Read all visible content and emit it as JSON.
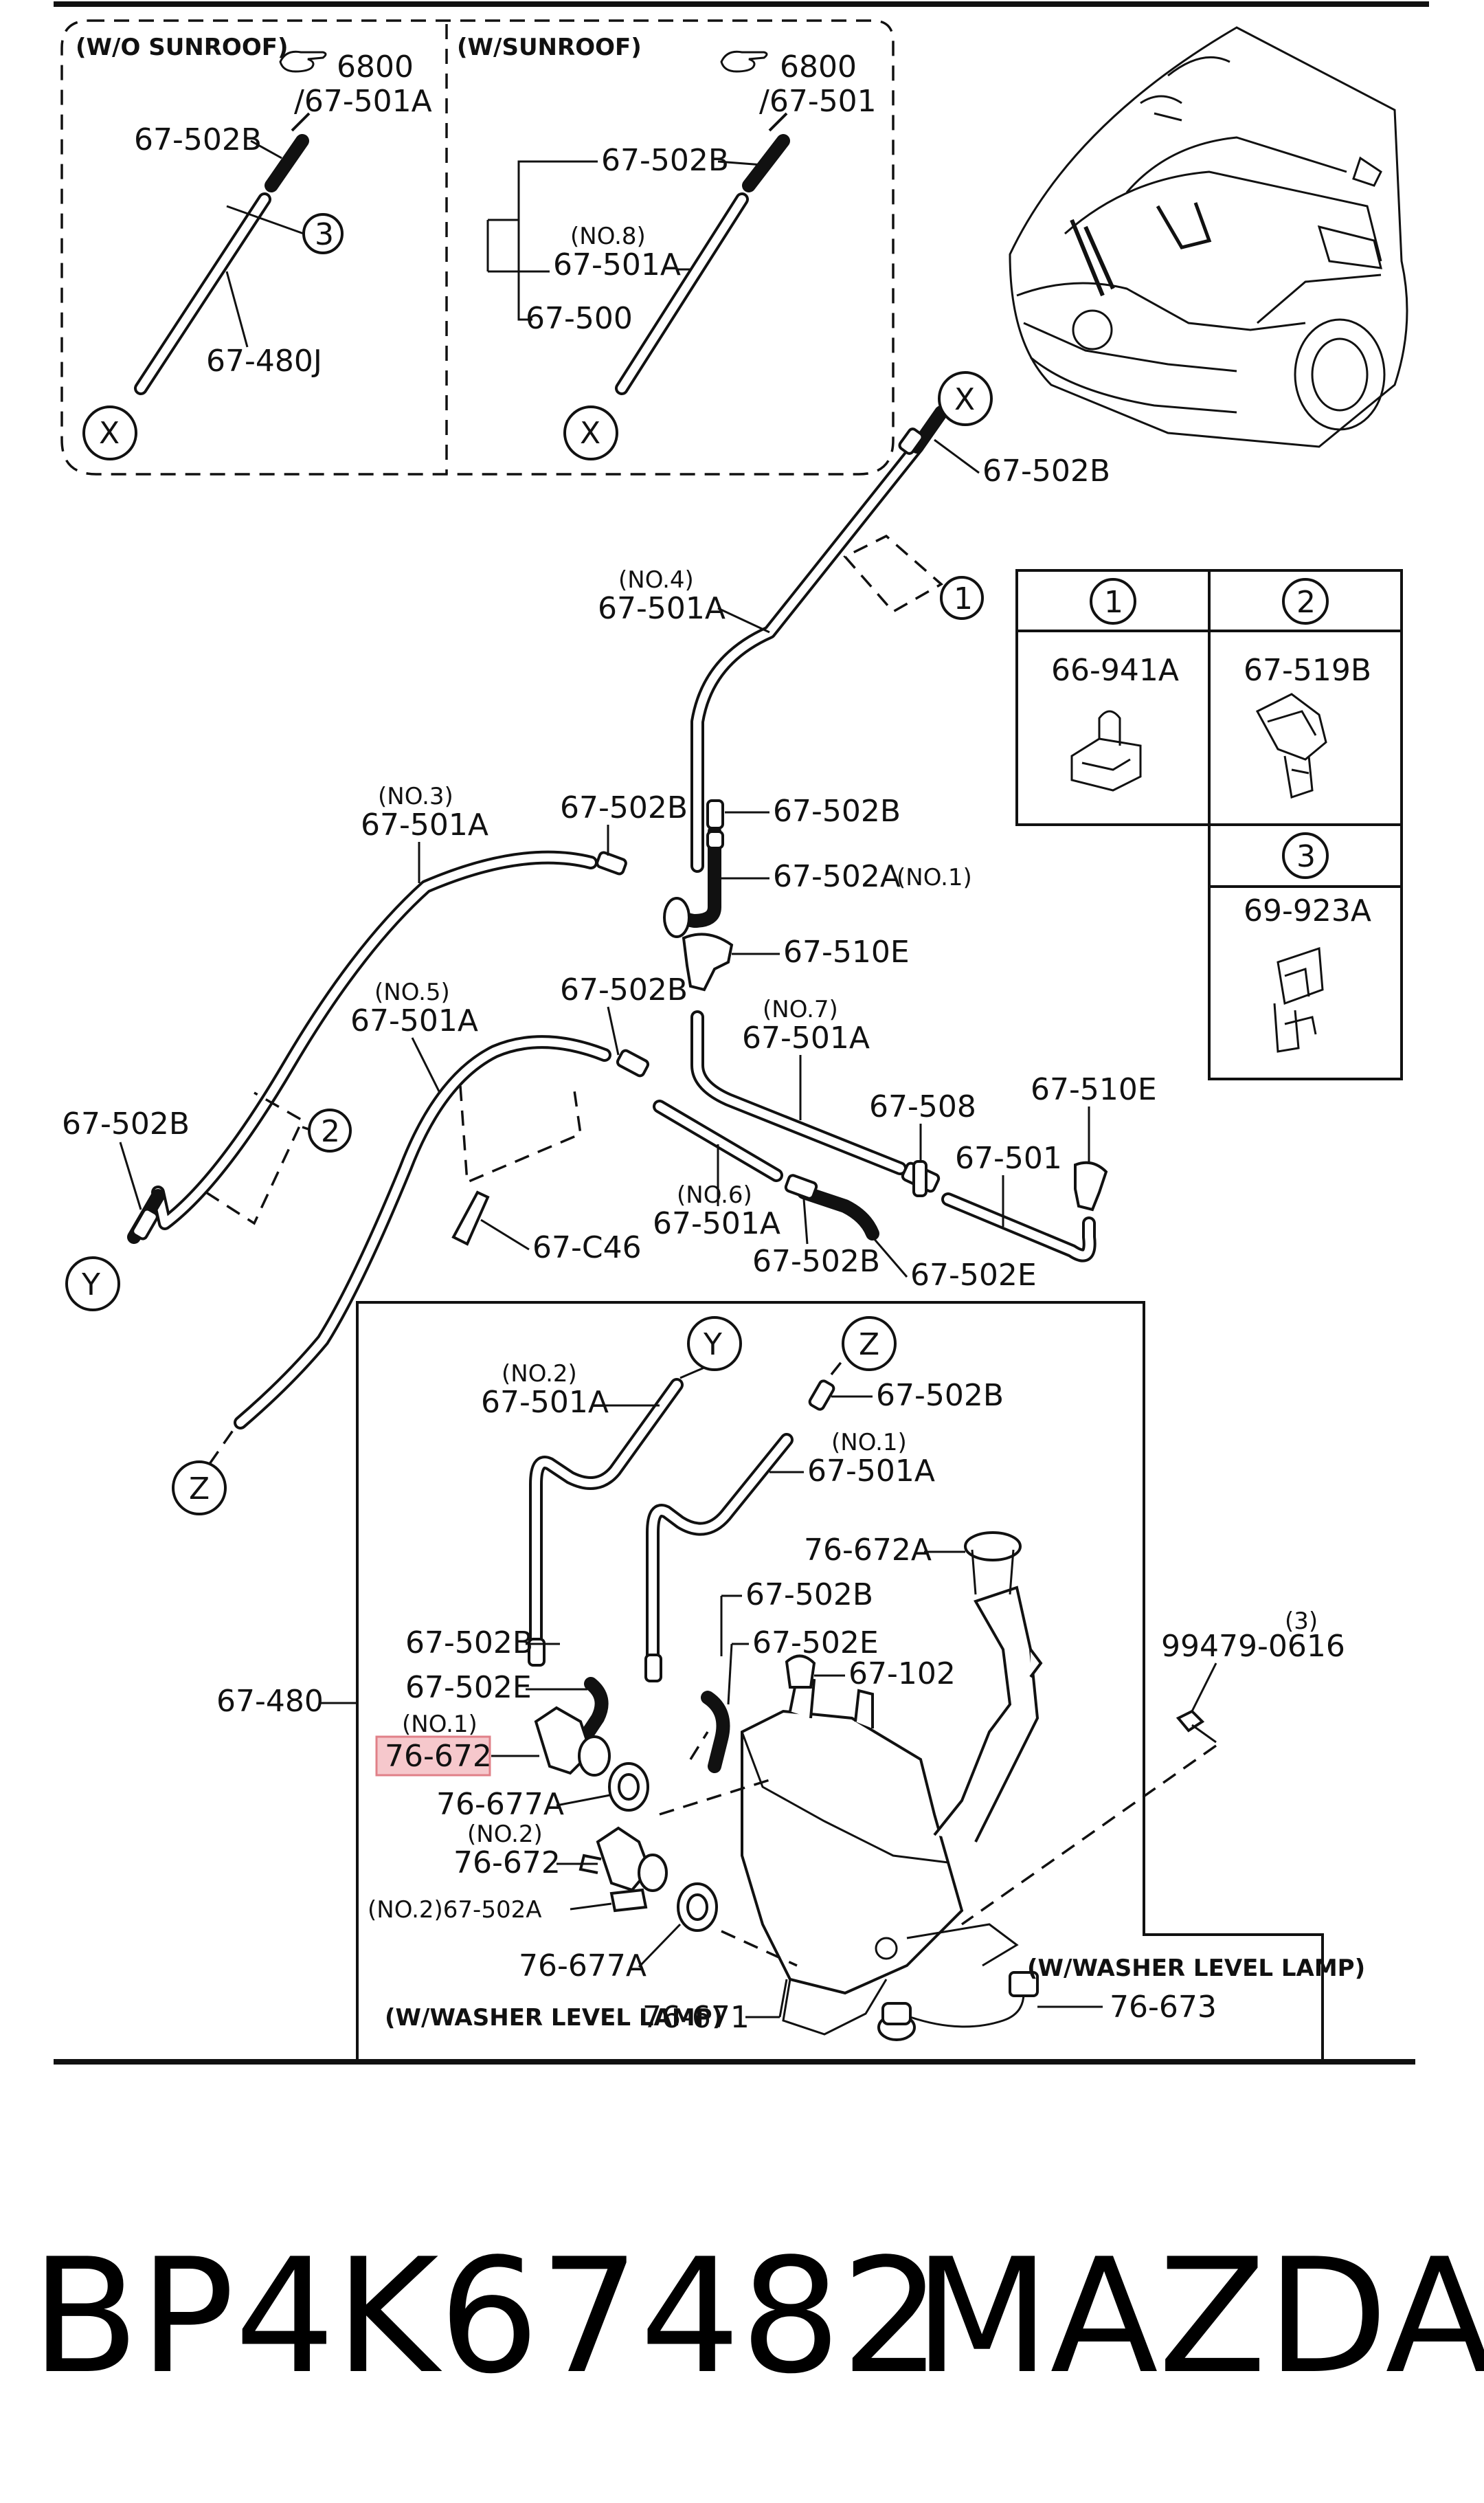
{
  "insets": {
    "without_sunroof": {
      "title": "(W/O SUNROOF)",
      "ref_number": "6800",
      "ref_part": "/67-501A",
      "label_connector": "67-502B",
      "label_clip_ref": "3",
      "label_hose": "67-480J",
      "marker": "X"
    },
    "with_sunroof": {
      "title": "(W/SUNROOF)",
      "ref_number": "6800",
      "ref_part": "/67-501",
      "label_connector": "67-502B",
      "label_no8": "(NO.8)",
      "label_hose": "67-501A",
      "label_assy": "67-500",
      "marker": "X"
    }
  },
  "legend": {
    "cells": [
      {
        "num": "1",
        "part": "66-941A"
      },
      {
        "num": "2",
        "part": "67-519B"
      },
      {
        "num": "3",
        "part": "69-923A"
      }
    ]
  },
  "markers": {
    "x": "X",
    "y": "Y",
    "z": "Z"
  },
  "circle_refs": {
    "one": "1",
    "two": "2"
  },
  "labels": {
    "l_502b_top": "67-502B",
    "l_no4": "(NO.4)",
    "l_501a_no4": "67-501A",
    "l_no3": "(NO.3)",
    "l_501a_no3": "67-501A",
    "l_502b_a": "67-502B",
    "l_502b_b": "67-502B",
    "l_502a_no1": "67-502A",
    "l_no1_paren": "(NO.1)",
    "l_510e_a": "67-510E",
    "l_no5": "(NO.5)",
    "l_501a_no5": "67-501A",
    "l_502b_c": "67-502B",
    "l_no7": "(NO.7)",
    "l_501a_no7": "67-501A",
    "l_508": "67-508",
    "l_510e_b": "67-510E",
    "l_501": "67-501",
    "l_502b_left": "67-502B",
    "l_no6": "(NO.6)",
    "l_501a_no6": "67-501A",
    "l_502b_d": "67-502B",
    "l_502e_a": "67-502E",
    "l_c46": "67-C46",
    "l_no2_y": "(NO.2)",
    "l_501a_no2": "67-501A",
    "l_502b_z": "67-502B",
    "l_no1_z": "(NO.1)",
    "l_501a_no1": "67-501A",
    "l_672a": "76-672A",
    "l_502b_e": "67-502B",
    "l_502e_b": "67-502E",
    "l_102": "67-102",
    "l_502b_f": "67-502B",
    "l_502e_c": "67-502E",
    "l_480": "67-480",
    "l_no1_pump": "(NO.1)",
    "l_672_hl": "76-672",
    "l_677a_a": "76-677A",
    "l_no2_pump": "(NO.2)",
    "l_672_b": "76-672",
    "l_502a_no2": "(NO.2)67-502A",
    "l_677a_b": "76-677A",
    "l_lamp_a": "(W/WASHER LEVEL LAMP)",
    "l_671": "76-671",
    "l_lamp_b": "(W/WASHER LEVEL LAMP)",
    "l_673": "76-673",
    "l_bolt_qty": "(3)",
    "l_bolt": "99479-0616"
  },
  "footer": {
    "part_number": "BP4K67482",
    "brand": "MAZDA"
  },
  "colors": {
    "highlight_fill": "#f6c8cc",
    "highlight_stroke": "#e08088",
    "ink": "#111111"
  }
}
